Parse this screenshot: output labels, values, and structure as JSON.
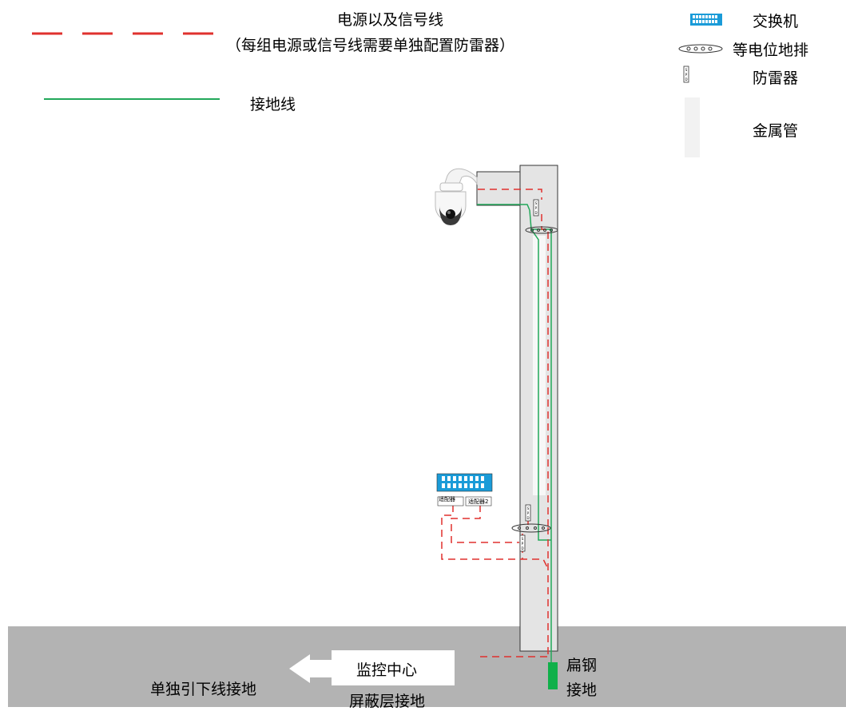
{
  "legend": {
    "power_signal_line_title": "电源以及信号线",
    "power_signal_line_note": "（每组电源或信号线需要单独配置防雷器）",
    "ground_line": "接地线",
    "switch": "交换机",
    "equipotential_bar": "等电位地排",
    "surge_protector": "防雷器",
    "metal_pipe": "金属管"
  },
  "labels": {
    "adapter_1": "适配器",
    "adapter_2": "适配器2",
    "monitoring_center": "监控中心",
    "shield_ground": "屏蔽层接地",
    "separate_downlead_ground": "单独引下线接地",
    "flat_steel_ground_line1": "扁钢",
    "flat_steel_ground_line2": "接地"
  },
  "colors": {
    "power_signal_line": "#e0312e",
    "ground_line": "#22a85a",
    "switch_fill": "#1a9bd8",
    "ground_area": "#b3b3b3",
    "pole_fill": "#e4e4e4",
    "metal_pipe_fill": "#f2f2f2",
    "flat_steel_fill": "#10b04a"
  }
}
